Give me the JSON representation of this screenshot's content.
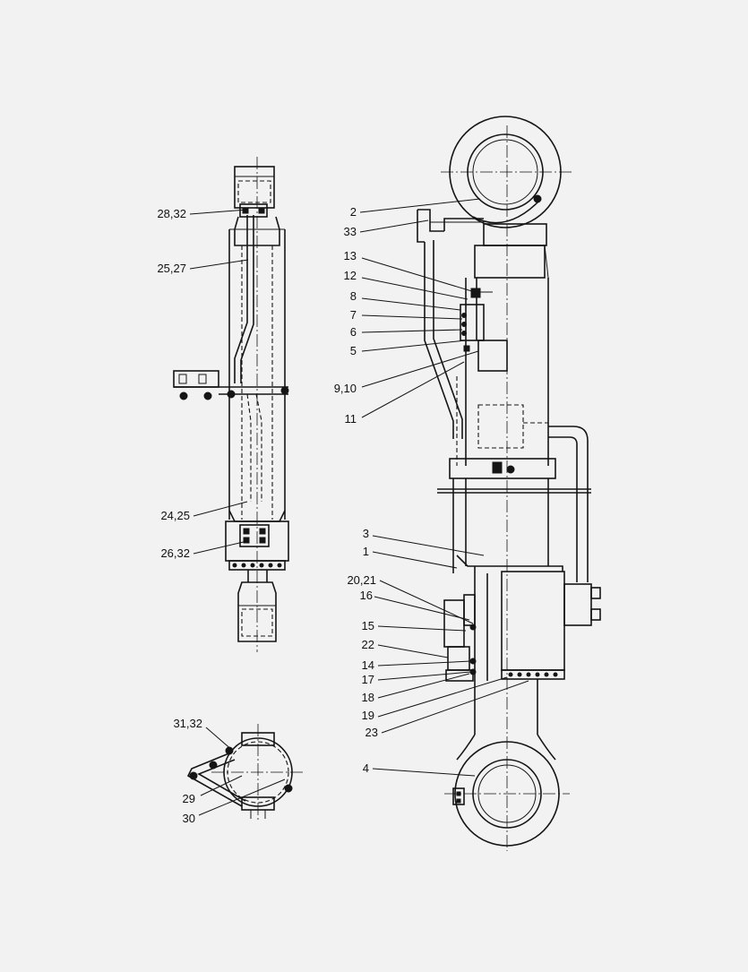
{
  "diagram": {
    "callouts": [
      {
        "id": "c-28-32",
        "text": "28,32"
      },
      {
        "id": "c-25-27",
        "text": "25,27"
      },
      {
        "id": "c-24-25",
        "text": "24,25"
      },
      {
        "id": "c-26-32",
        "text": "26,32"
      },
      {
        "id": "c-31-32",
        "text": "31,32"
      },
      {
        "id": "c-29",
        "text": "29"
      },
      {
        "id": "c-30",
        "text": "30"
      },
      {
        "id": "c-2",
        "text": "2"
      },
      {
        "id": "c-33",
        "text": "33"
      },
      {
        "id": "c-13",
        "text": "13"
      },
      {
        "id": "c-12",
        "text": "12"
      },
      {
        "id": "c-8",
        "text": "8"
      },
      {
        "id": "c-7",
        "text": "7"
      },
      {
        "id": "c-6",
        "text": "6"
      },
      {
        "id": "c-5",
        "text": "5"
      },
      {
        "id": "c-9-10",
        "text": "9,10"
      },
      {
        "id": "c-11",
        "text": "11"
      },
      {
        "id": "c-3",
        "text": "3"
      },
      {
        "id": "c-1",
        "text": "1"
      },
      {
        "id": "c-20-21",
        "text": "20,21"
      },
      {
        "id": "c-16",
        "text": "16"
      },
      {
        "id": "c-15",
        "text": "15"
      },
      {
        "id": "c-22",
        "text": "22"
      },
      {
        "id": "c-14",
        "text": "14"
      },
      {
        "id": "c-17",
        "text": "17"
      },
      {
        "id": "c-18",
        "text": "18"
      },
      {
        "id": "c-19",
        "text": "19"
      },
      {
        "id": "c-23",
        "text": "23"
      },
      {
        "id": "c-4",
        "text": "4"
      }
    ]
  }
}
